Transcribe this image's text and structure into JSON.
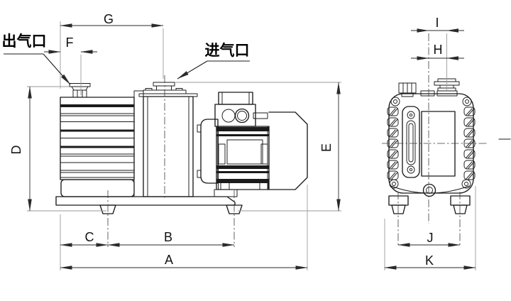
{
  "colors": {
    "bg": "#ffffff",
    "line": "#1b1b1b",
    "dim": "#2a2a2a",
    "ext": "#9a9a9a",
    "center": "#3c3c3c"
  },
  "labels": {
    "outlet": "出气口",
    "inlet": "进气口",
    "a": "A",
    "b": "B",
    "c": "C",
    "d": "D",
    "e": "E",
    "f": "F",
    "g": "G",
    "h": "H",
    "i": "I",
    "j": "J",
    "k": "K"
  }
}
